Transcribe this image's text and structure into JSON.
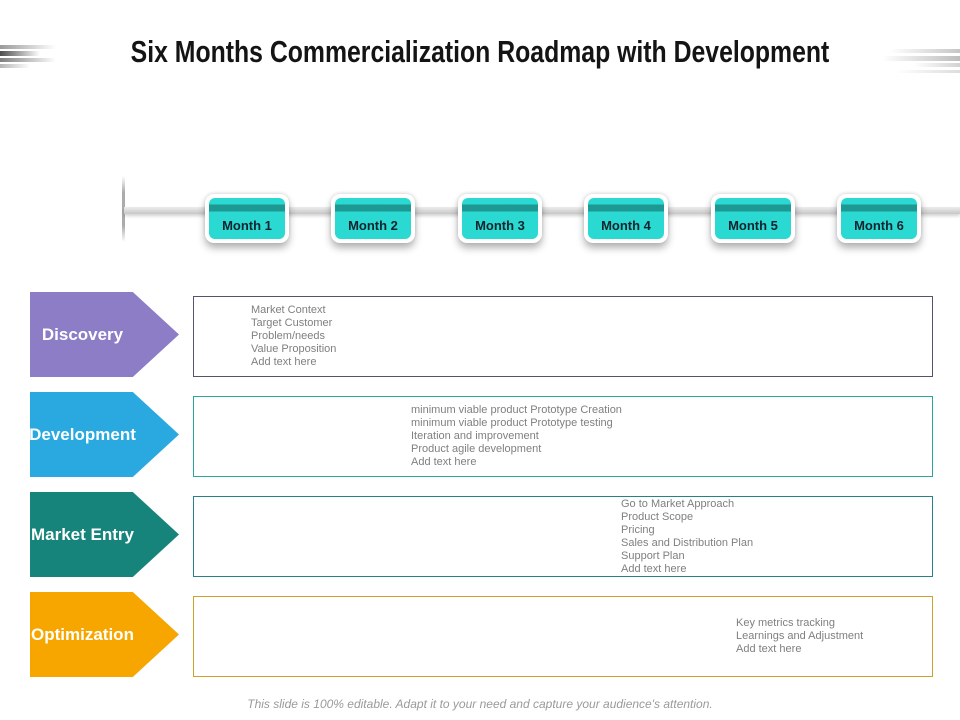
{
  "title": "Six Months Commercialization Roadmap with Development",
  "timeline": {
    "months": [
      "Month 1",
      "Month 2",
      "Month 3",
      "Month 4",
      "Month 5",
      "Month 6"
    ]
  },
  "phases": [
    {
      "name": "Discovery",
      "color": "#8c7dc6",
      "box_border_color": "#55536d",
      "items": [
        "Market Context",
        "Target Customer",
        "Problem/needs",
        "Value Proposition",
        "Add text here"
      ]
    },
    {
      "name": "Development",
      "color": "#29a9e0",
      "box_border_color": "#2aa79b",
      "items": [
        "minimum  viable product Prototype Creation",
        "minimum  viable product Prototype testing",
        "Iteration and improvement",
        "Product agile development",
        "Add text here"
      ]
    },
    {
      "name": "Market Entry",
      "color": "#16847b",
      "box_border_color": "#27808a",
      "items": [
        "Go to Market Approach",
        "Product Scope",
        "Pricing",
        "Sales and Distribution Plan",
        "Support Plan",
        "Add text here"
      ]
    },
    {
      "name": "Optimization",
      "color": "#f7a600",
      "box_border_color": "#cda22a",
      "items": [
        "Key metrics tracking",
        "Learnings and Adjustment",
        "Add text here"
      ]
    }
  ],
  "colors": {
    "month_marker": "#29d9d2",
    "month_text": "#14242e",
    "timeline_bar": "#d6d6d6",
    "content_text": "#7f7f7f"
  },
  "footer": "This slide is 100% editable. Adapt it to your need and capture your audience's attention."
}
